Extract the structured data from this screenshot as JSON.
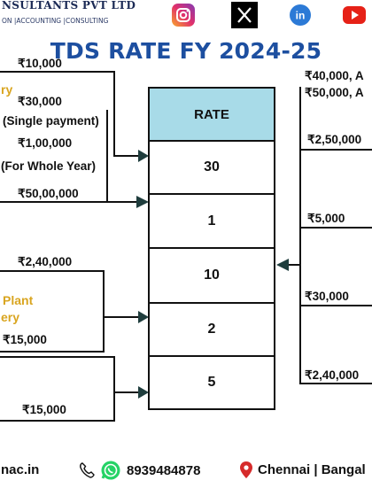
{
  "header": {
    "brand_title": "NSULTANTS PVT LTD",
    "brand_subtitle": "ON |ACCOUNTING |CONSULTING",
    "social_icons": [
      "instagram-icon",
      "x-icon",
      "linkedin-icon",
      "youtube-icon"
    ]
  },
  "title": "TDS RATE FY 2024-25",
  "left_labels": {
    "a1": "₹10,000",
    "a2": "ry",
    "a3": "₹30,000",
    "a4": "(Single payment)",
    "a5": "₹1,00,000",
    "a6": "(For Whole Year)",
    "a7": "₹50,00,000",
    "b1": "₹2,40,000",
    "b2": "Plant",
    "b3": "ery",
    "b4": "₹15,000",
    "c1": "₹15,000"
  },
  "right_labels": {
    "r1": "₹40,000, A",
    "r2": "₹50,000, A",
    "r3": "₹2,50,000",
    "r4": "₹5,000",
    "r5": "₹30,000",
    "r6": "₹2,40,000"
  },
  "rate_table": {
    "header": "RATE",
    "rows": [
      "30",
      "1",
      "10",
      "2",
      "5"
    ]
  },
  "footer": {
    "website": "nac.in",
    "phone": "8939484878",
    "location": "Chennai | Bangal"
  },
  "colors": {
    "title": "#1d4fa0",
    "accent_gold": "#d9a520",
    "header_cell": "#a8dbe8"
  }
}
